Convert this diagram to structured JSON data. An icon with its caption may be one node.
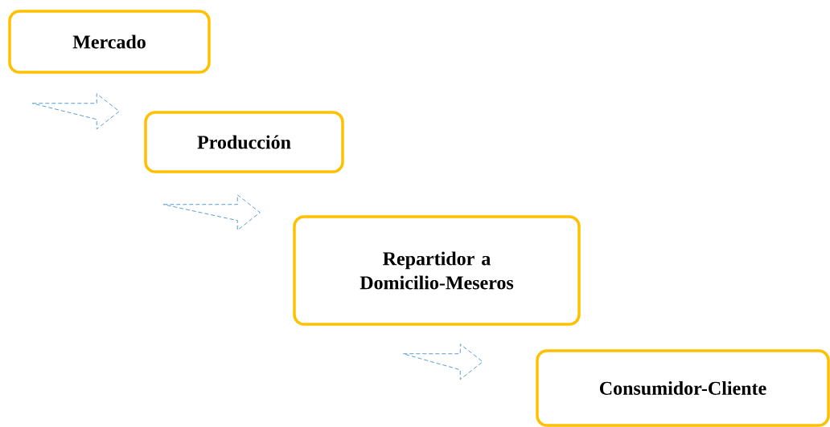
{
  "diagram": {
    "nodes": [
      {
        "text": [
          "Mercado"
        ]
      },
      {
        "text": [
          "Producción"
        ]
      },
      {
        "text": [
          "Repartidor a Domicilio-Meseros"
        ]
      },
      {
        "text": [
          "Consumidor-Cliente"
        ]
      }
    ],
    "edges": [
      {
        "from": 0,
        "to": 1,
        "arrow": "to",
        "style": "dashed"
      },
      {
        "from": 1,
        "to": 2,
        "arrow": "to",
        "style": "dashed"
      },
      {
        "from": 2,
        "to": 3,
        "arrow": "to",
        "style": "dashed"
      }
    ]
  }
}
